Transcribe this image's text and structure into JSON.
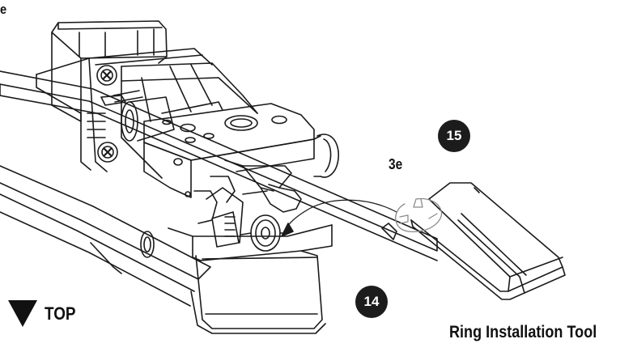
{
  "callouts": {
    "top_fragment": "e",
    "step_3e": "3e",
    "badge_15": "15",
    "badge_14": "14"
  },
  "labels": {
    "top": "TOP",
    "tool": "Ring Installation Tool"
  },
  "colors": {
    "line": "#1a1a1a",
    "badge": "#1c1c1c",
    "ring": "#8a8a8a"
  }
}
